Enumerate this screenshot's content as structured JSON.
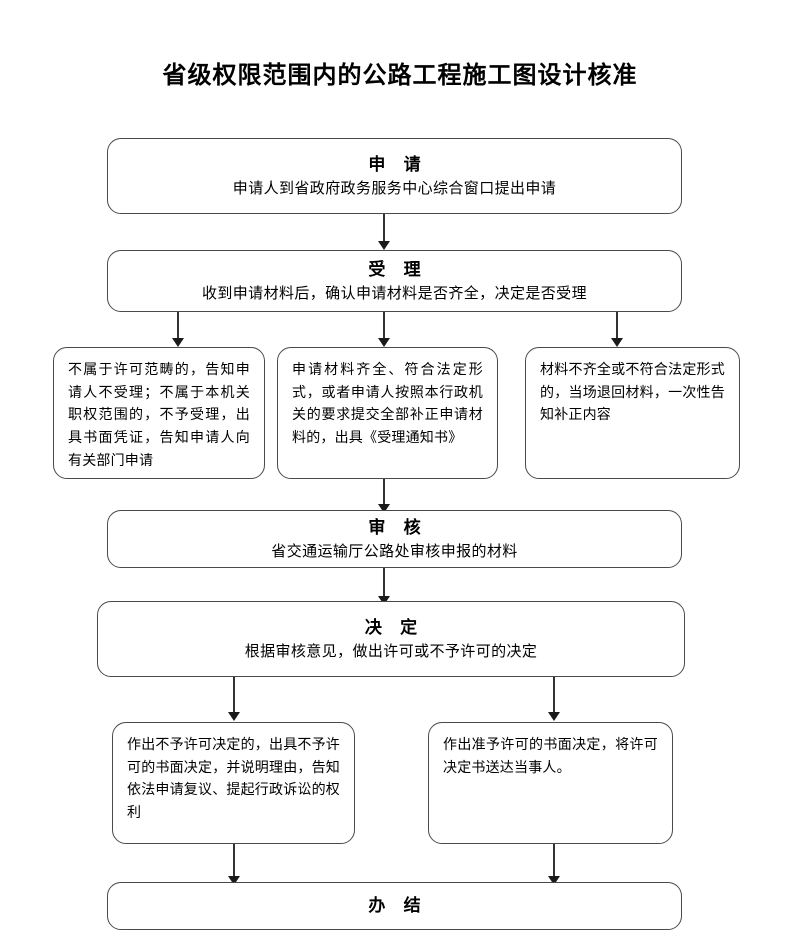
{
  "page": {
    "title": "省级权限范围内的公路工程施工图设计核准"
  },
  "flow": {
    "nodes": [
      {
        "id": "apply",
        "heading": "申 请",
        "subtext": "申请人到省政府政务服务中心综合窗口提出申请"
      },
      {
        "id": "accept",
        "heading": "受 理",
        "subtext": "收到申请材料后，确认申请材料是否齐全，决定是否受理"
      },
      {
        "id": "not-in-scope",
        "body": "不属于许可范畴的，告知申请人不受理；不属于本机关职权范围的，不予受理，出具书面凭证，告知申请人向有关部门申请"
      },
      {
        "id": "materials-complete",
        "body": "申请材料齐全、符合法定形式，或者申请人按照本行政机关的要求提交全部补正申请材料的，出具《受理通知书》"
      },
      {
        "id": "materials-incomplete",
        "body": "材料不齐全或不符合法定形式的，当场退回材料，一次性告知补正内容"
      },
      {
        "id": "review",
        "heading": "审 核",
        "subtext": "省交通运输厅公路处审核申报的材料"
      },
      {
        "id": "decide",
        "heading": "决 定",
        "subtext": "根据审核意见，做出许可或不予许可的决定"
      },
      {
        "id": "decision-denied",
        "body": "作出不予许可决定的，出具不予许可的书面决定，并说明理由，告知依法申请复议、提起行政诉讼的权利"
      },
      {
        "id": "decision-granted",
        "body": "作出准予许可的书面决定，将许可决定书送达当事人。"
      },
      {
        "id": "complete",
        "heading": "办 结"
      }
    ]
  },
  "style": {
    "border_color": "#4a4a4a",
    "connector_color": "#333333",
    "background": "#ffffff",
    "text_color": "#000000"
  }
}
